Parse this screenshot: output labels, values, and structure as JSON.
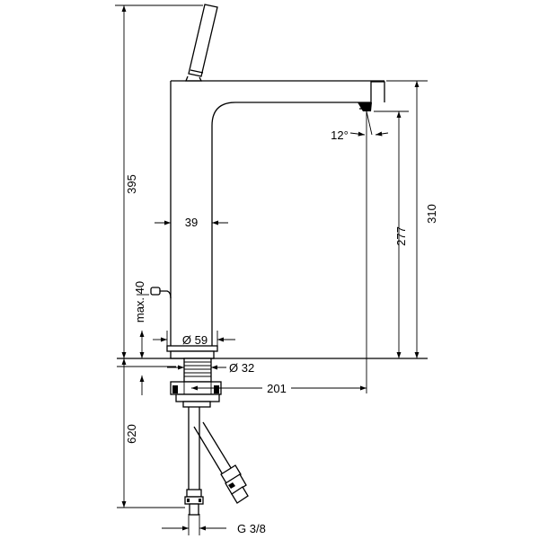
{
  "drawing": {
    "dimensions": {
      "total_height": "395",
      "body_width": "39",
      "spout_height_outlet": "310",
      "spout_height_aerator": "277",
      "spout_angle": "12°",
      "drain_rod_max": "max. 40",
      "base_diameter": "Ø 59",
      "thread_diameter": "Ø 32",
      "projection": "201",
      "hose_length": "620",
      "connection": "G 3/8"
    }
  }
}
